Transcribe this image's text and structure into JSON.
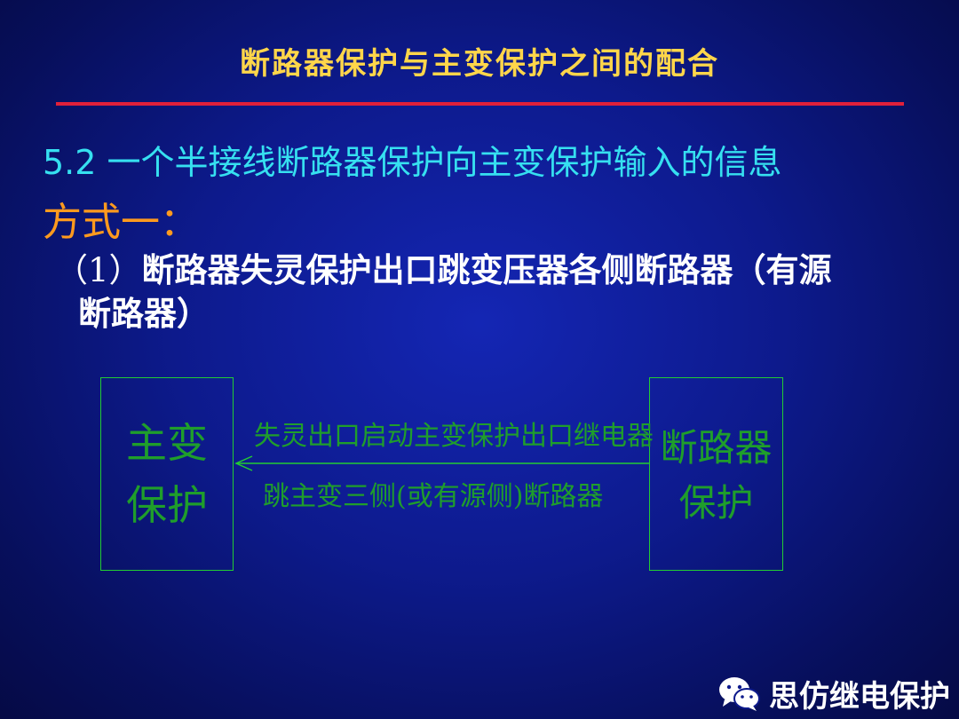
{
  "slide": {
    "title": "断路器保护与主变保护之间的配合",
    "section": "5.2 一个半接线断路器保护向主变保护输入的信息",
    "method": "方式一：",
    "item_number": "（1）",
    "item_text_line1": "断路器失灵保护出口跳变压器各侧断路器（有源",
    "item_text_line2": "断路器）"
  },
  "diagram": {
    "left_box": {
      "line1": "主变",
      "line2": "保护"
    },
    "right_box": {
      "line1": "断路器",
      "line2": "保护"
    },
    "arrow_label_top": "失灵出口启动主变保护出口继电器",
    "arrow_label_bottom": "跳主变三侧(或有源侧)断路器",
    "line_color": "#22cc33",
    "text_color": "#1f9e2b"
  },
  "brand": {
    "name": "思仿继电保护",
    "icon": "wechat-icon"
  },
  "colors": {
    "title": "#ffd64a",
    "rule": "#e0203a",
    "section": "#36e0f0",
    "method": "#ff9a1e",
    "body_text": "#ffffff"
  }
}
